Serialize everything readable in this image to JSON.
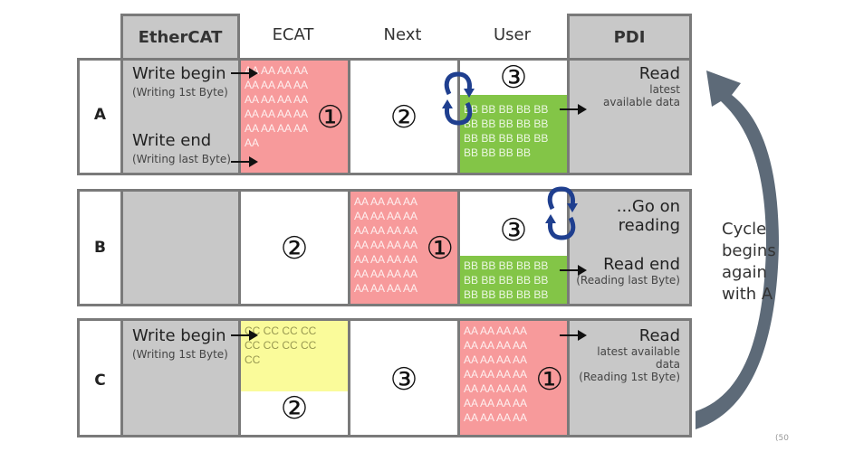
{
  "headers": {
    "ethercat": "EtherCAT",
    "ecat": "ECAT",
    "next": "Next",
    "user": "User",
    "pdi": "PDI"
  },
  "rows": {
    "a": {
      "label": "A",
      "write_begin": "Write begin",
      "write_begin_sub": "(Writing 1st Byte)",
      "write_end": "Write end",
      "write_end_sub": "(Writing last Byte)",
      "ecat_num": "①",
      "ecat_data": "AA AA AA AA\nAA AA AA AA\nAA AA AA AA\nAA AA AA AA\nAA AA AA AA\nAA",
      "next_num": "②",
      "user_num": "③",
      "user_data": "BB BB BB BB BB\nBB BB BB BB BB\nBB BB BB BB BB\nBB BB BB BB",
      "pdi_read": "Read",
      "pdi_sub1": "latest",
      "pdi_sub2": "available data"
    },
    "b": {
      "label": "B",
      "ecat_num": "②",
      "next_num": "①",
      "next_data": "AA AA AA AA\nAA AA AA AA\nAA AA AA AA\nAA AA AA AA\nAA AA AA AA\nAA AA AA AA\nAA AA AA AA",
      "user_num": "③",
      "user_data": "BB BB BB BB BB\nBB BB BB BB BB\nBB BB BB BB BB",
      "pdi_go1": "...Go on",
      "pdi_go2": "reading",
      "pdi_read_end": "Read end",
      "pdi_read_end_sub": "(Reading last Byte)"
    },
    "c": {
      "label": "C",
      "write_begin": "Write begin",
      "write_begin_sub": "(Writing 1st Byte)",
      "ecat_num": "②",
      "ecat_data": "CC CC CC CC\nCC CC CC CC\nCC",
      "next_num": "③",
      "user_num": "①",
      "user_data": "AA AA AA AA\nAA AA AA AA\nAA AA AA AA\nAA AA AA AA\nAA AA AA AA\nAA AA AA AA\nAA AA AA AA",
      "pdi_read": "Read",
      "pdi_sub1": "latest available",
      "pdi_sub2": "data",
      "pdi_sub3": "(Reading 1st Byte)"
    }
  },
  "cycle_text": [
    "Cycle",
    "begins",
    "again",
    "with A"
  ],
  "page_number": "(50",
  "colors": {
    "pink": "#f79a9b",
    "green": "#83c547",
    "yellow": "#fafb9a",
    "gray": "#c8c8c8",
    "swap_arrow": "#1f3f8f",
    "cycle_arrow": "#5d6a78"
  }
}
